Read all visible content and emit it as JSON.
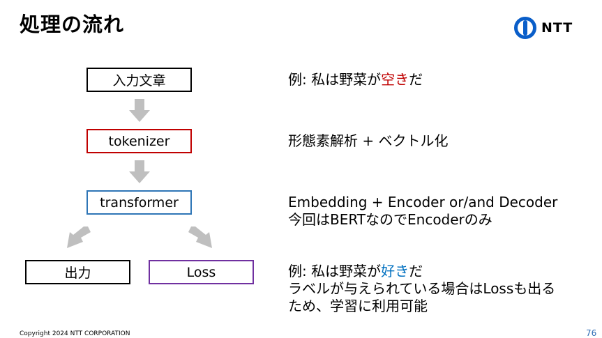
{
  "title": "処理の流れ",
  "logo": {
    "text": "NTT",
    "color": "#0a5ec9"
  },
  "flow": {
    "input": {
      "label": "入力文章",
      "border": "#000000"
    },
    "tokenizer": {
      "label": "tokenizer",
      "border": "#c00000"
    },
    "transformer": {
      "label": "transformer",
      "border": "#2e75b6"
    },
    "output": {
      "label": "出力",
      "border": "#000000"
    },
    "loss": {
      "label": "Loss",
      "border": "#7030a0"
    }
  },
  "descriptions": {
    "example1": {
      "prefix": "例: 私は野菜が",
      "highlight": "空き",
      "suffix": "だ",
      "highlight_color": "#c00000"
    },
    "tokenizer_desc": "形態素解析 + ベクトル化",
    "transformer_desc": {
      "line1": "Embedding + Encoder or/and Decoder",
      "line2": "今回はBERTなのでEncoderのみ"
    },
    "example2": {
      "prefix": "例: 私は野菜が",
      "highlight": "好き",
      "suffix": "だ",
      "highlight_color": "#0070c0",
      "line2": "ラベルが与えられている場合はLossも出る",
      "line3": "ため、学習に利用可能"
    }
  },
  "colors": {
    "arrow": "#bfbfbf"
  },
  "footer": "Copyright 2024 NTT CORPORATION",
  "page_number": "76"
}
